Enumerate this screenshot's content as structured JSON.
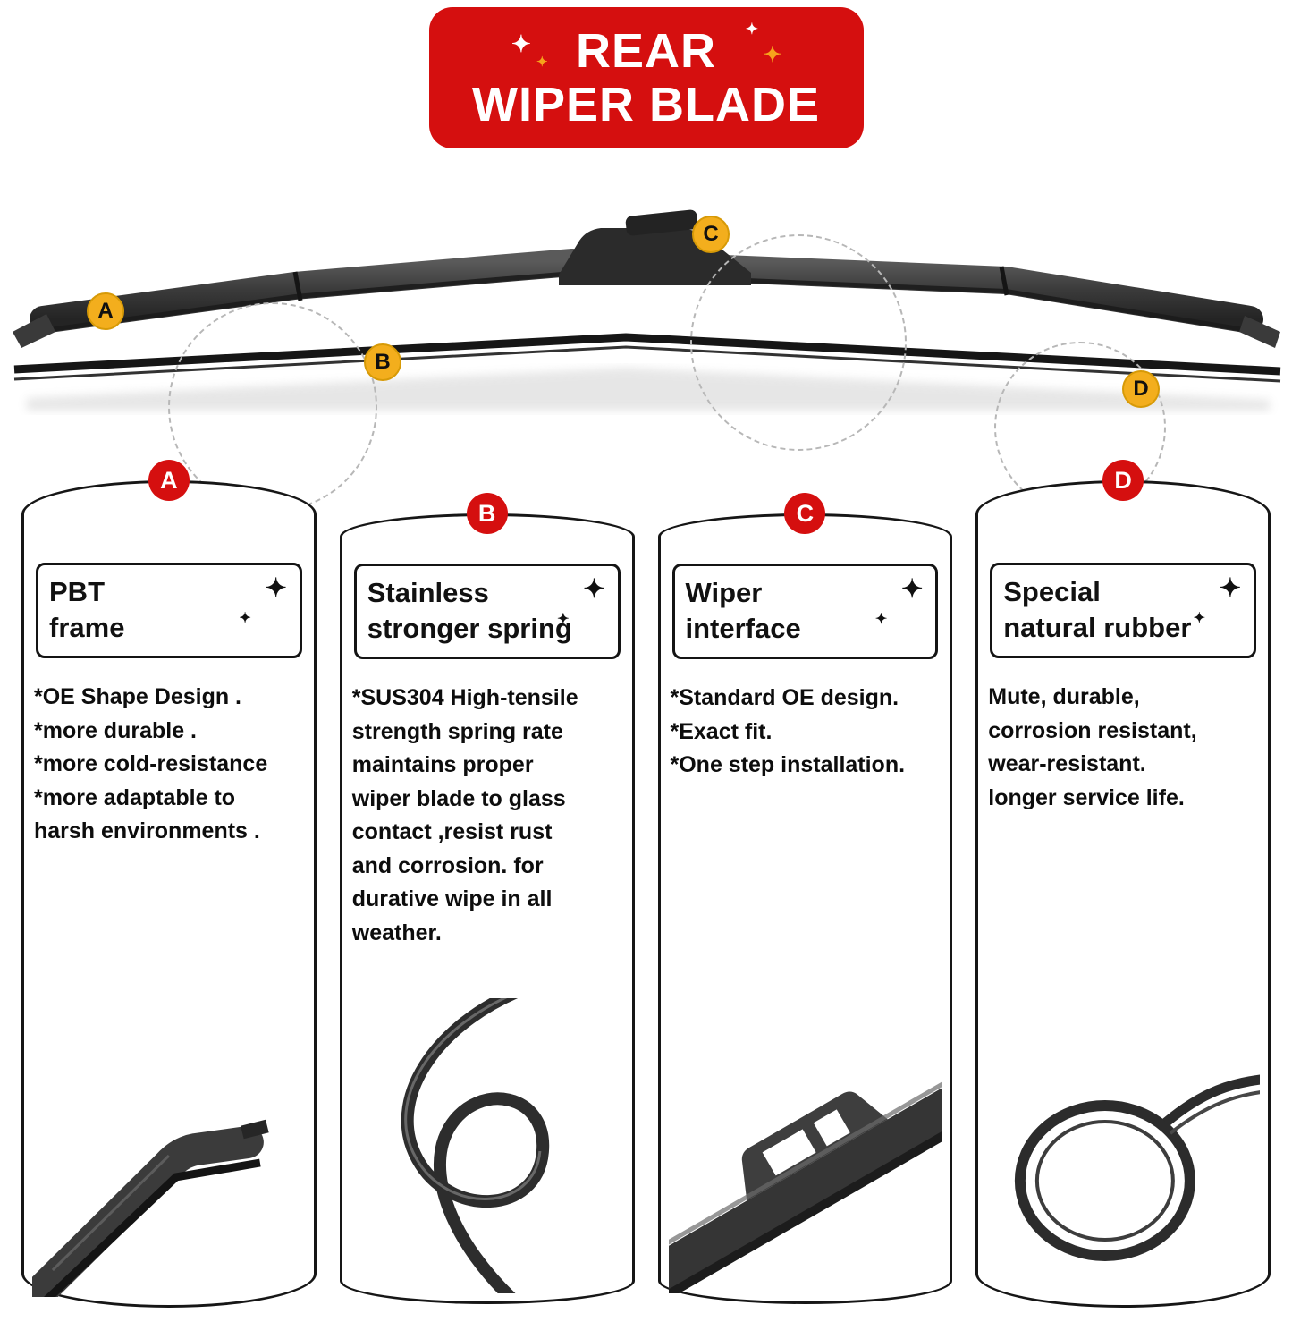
{
  "banner": {
    "title_line1": "REAR",
    "title_line2": "WIPER BLADE"
  },
  "icons": {
    "sparkle": "✦"
  },
  "colors": {
    "banner_red": "#d50f0f",
    "badge_yellow": "#f3ae1d",
    "sparkle_orange": "#f6a21c",
    "blade_dark": "#2b2b2b"
  },
  "blade_callouts": {
    "a": "A",
    "b": "B",
    "c": "C",
    "d": "D"
  },
  "panels": [
    {
      "letter": "A",
      "title_line1": "PBT",
      "title_line2": "frame",
      "body": [
        "*OE Shape Design .",
        "*more durable .",
        "*more cold-resistance",
        "*more adaptable to",
        "harsh environments ."
      ]
    },
    {
      "letter": "B",
      "title_line1": "Stainless",
      "title_line2": "stronger spring",
      "body": [
        "*SUS304 High-tensile",
        "strength spring rate",
        "maintains proper",
        "wiper blade to glass",
        "contact ,resist rust",
        "and corrosion. for",
        "durative wipe in all",
        "weather."
      ]
    },
    {
      "letter": "C",
      "title_line1": "Wiper",
      "title_line2": "interface",
      "body": [
        "*Standard OE design.",
        "*Exact fit.",
        "*One step installation."
      ]
    },
    {
      "letter": "D",
      "title_line1": "Special",
      "title_line2": "natural rubber",
      "body": [
        "Mute, durable,",
        "corrosion resistant,",
        "wear-resistant.",
        "longer service life."
      ]
    }
  ]
}
